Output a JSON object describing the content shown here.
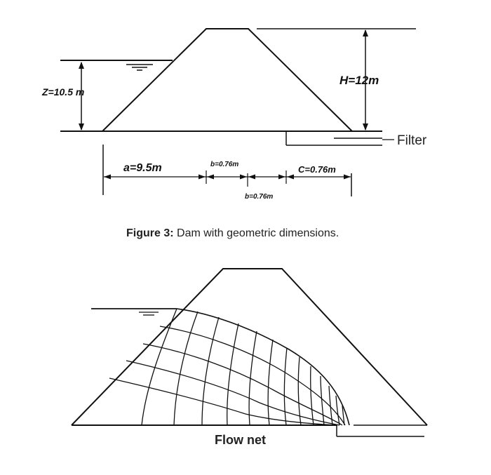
{
  "figure3": {
    "labels": {
      "z": "Z=10.5 m",
      "h": "H=12m",
      "filter": "Filter",
      "a": "a=9.5m",
      "b_top": "b=0.76m",
      "b_bottom": "b=0.76m",
      "c": "C=0.76m"
    },
    "caption": {
      "prefix": "Figure 3:",
      "text": " Dam with geometric dimensions."
    }
  },
  "flow_net": {
    "title": "Flow net"
  }
}
